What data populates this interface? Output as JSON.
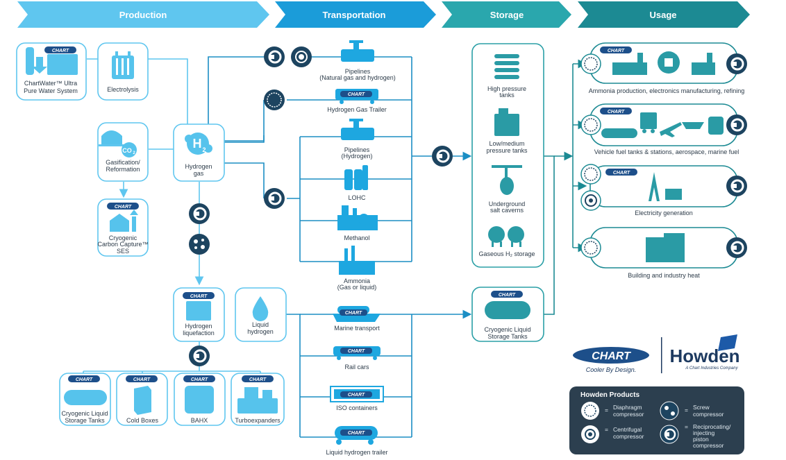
{
  "stages": {
    "production": "Production",
    "transportation": "Transportation",
    "storage": "Storage",
    "usage": "Usage"
  },
  "brand": {
    "logo": "CHART",
    "tagline": "Cooler By Design.",
    "howden": "Howden",
    "howden_sub": "A Chart Industries Company"
  },
  "production": {
    "chartwater_1": "ChartWater™ Ultra",
    "chartwater_2": "Pure Water System",
    "electrolysis": "Electrolysis",
    "gasification_1": "Gasification/",
    "gasification_2": "Reformation",
    "co2": "CO",
    "co2_sub": "2",
    "hydrogen_gas_1": "Hydrogen",
    "hydrogen_gas_2": "gas",
    "h2": "H",
    "h2_sub": "2",
    "ccc_1": "Cryogenic",
    "ccc_2": "Carbon Capture™",
    "ccc_3": "SES",
    "liquefaction_1": "Hydrogen",
    "liquefaction_2": "liquefaction",
    "liquid_h2_1": "Liquid",
    "liquid_h2_2": "hydrogen",
    "cls_tanks_1": "Cryogenic Liquid",
    "cls_tanks_2": "Storage Tanks",
    "cold_boxes": "Cold Boxes",
    "bahx": "BAHX",
    "turboexpanders": "Turboexpanders"
  },
  "transportation": {
    "pipelines_ng_1": "Pipelines",
    "pipelines_ng_2": "(Natural gas and hydrogen)",
    "gas_trailer": "Hydrogen Gas Trailer",
    "pipelines_h_1": "Pipelines",
    "pipelines_h_2": "(Hydrogen)",
    "lohc": "LOHC",
    "methanol": "Methanol",
    "ammonia_1": "Ammonia",
    "ammonia_2": "(Gas or liquid)",
    "marine": "Marine transport",
    "rail": "Rail cars",
    "iso": "ISO containers",
    "lh2_trailer": "Liquid hydrogen trailer"
  },
  "storage": {
    "hp_1": "High pressure",
    "hp_2": "tanks",
    "lmp_1": "Low/medium",
    "lmp_2": "pressure tanks",
    "salt_1": "Underground",
    "salt_2": "salt caverns",
    "gaseous": "Gaseous H₂ storage",
    "cryo_1": "Cryogenic Liquid",
    "cryo_2": "Storage Tanks"
  },
  "usage": {
    "ammonia": "Ammonia production, electronics manufacturing, refining",
    "vehicle": "Vehicle fuel tanks & stations, aerospace, marine fuel",
    "electricity": "Electricity generation",
    "building": "Building and industry heat"
  },
  "legend": {
    "title": "Howden Products",
    "diaphragm_1": "Diaphragm",
    "diaphragm_2": "compressor",
    "screw_1": "Screw",
    "screw_2": "compressor",
    "centrifugal_1": "Centrifugal",
    "centrifugal_2": "compressor",
    "recip_1": "Reciprocating/",
    "recip_2": "injecting",
    "recip_3": "piston",
    "recip_4": "compressor",
    "eq": "="
  },
  "colors": {
    "production": "#5fc6ef",
    "transportation": "#1b8ec4",
    "storage": "#2a9fa6",
    "usage": "#1c8a93",
    "compressor": "#1d4460",
    "legend_bg": "#2c3f4f"
  },
  "icons": [
    "water-system-icon",
    "electrolyzer-icon",
    "gasification-icon",
    "hydrogen-molecule-icon",
    "carbon-capture-icon",
    "pipeline-valve-icon",
    "gas-trailer-icon",
    "cylinders-icon",
    "plant-icon",
    "ship-icon",
    "rail-car-icon",
    "iso-container-icon",
    "tank-trailer-icon",
    "storage-rack-icon",
    "salt-cavern-icon",
    "sphere-tank-icon",
    "factory-icon",
    "chip-icon",
    "refinery-icon",
    "truck-icon",
    "airplane-icon",
    "train-icon",
    "pylon-icon",
    "building-icon",
    "diaphragm-compressor-icon",
    "screw-compressor-icon",
    "centrifugal-compressor-icon",
    "reciprocating-compressor-icon"
  ]
}
